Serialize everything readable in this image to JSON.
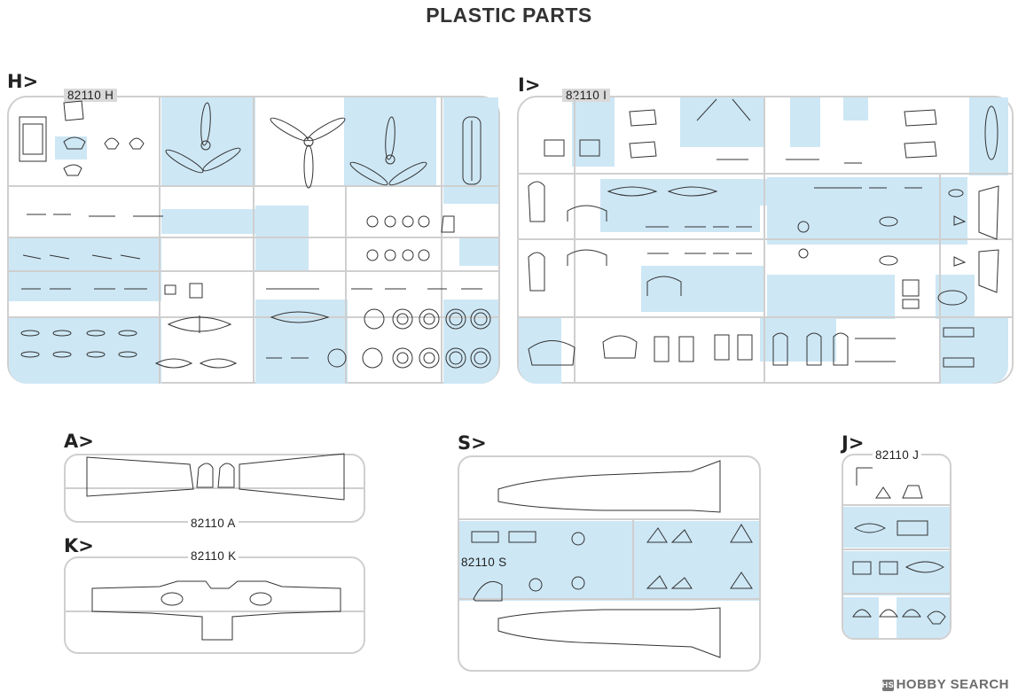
{
  "page": {
    "title": "PLASTIC PARTS"
  },
  "sprues": {
    "H": {
      "letter": "H>",
      "code": "82110 H"
    },
    "I": {
      "letter": "I>",
      "code": "82110 I"
    },
    "A": {
      "letter": "A>",
      "code": "82110 A"
    },
    "K": {
      "letter": "K>",
      "code": "82110 K"
    },
    "S": {
      "letter": "S>",
      "code": "82110 S"
    },
    "J": {
      "letter": "J>",
      "code": "82110 J"
    }
  },
  "watermark": {
    "brand": "HOBBY SEARCH",
    "logo_mark": "HS"
  },
  "colors": {
    "panel_fill": "#cde7f5",
    "runner": "#cfcfcf",
    "part_line": "#333333"
  },
  "icons": [
    "propeller-part-icon",
    "wheel-part-icon",
    "fuselage-part-icon",
    "wing-part-icon"
  ]
}
